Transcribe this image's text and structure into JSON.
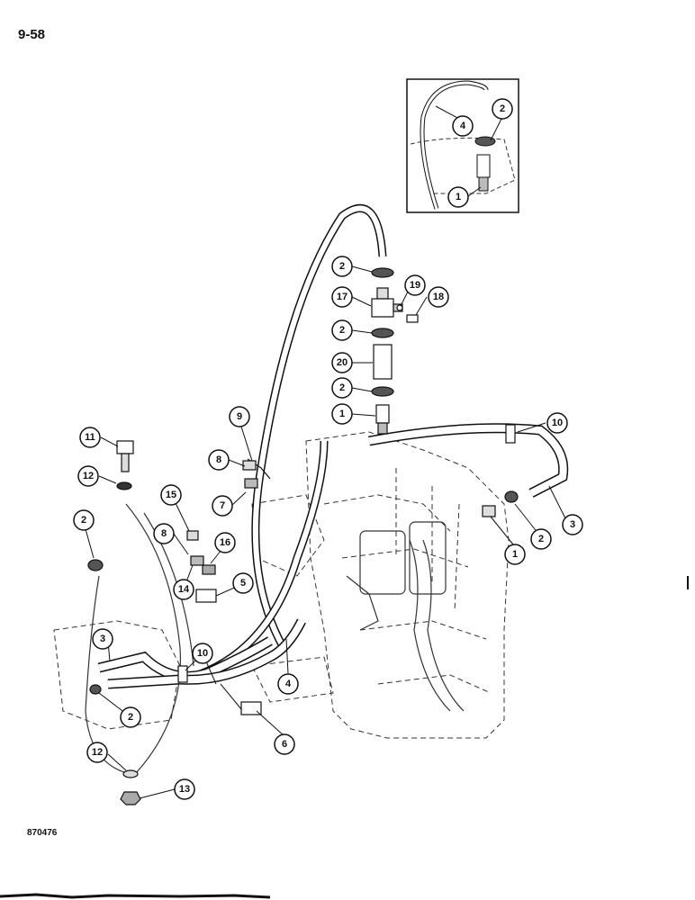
{
  "page": {
    "number": "9-58",
    "figure_id": "870476"
  },
  "callouts": {
    "inset_4": "4",
    "inset_2": "2",
    "inset_1": "1",
    "c2_a": "2",
    "c17": "17",
    "c19": "19",
    "c18": "18",
    "c2_b": "2",
    "c20": "20",
    "c2_c": "2",
    "c1_a": "1",
    "c10_a": "10",
    "c9": "9",
    "c11": "11",
    "c8_a": "8",
    "c12_a": "12",
    "c7": "7",
    "c15": "15",
    "c8_b": "8",
    "c16": "16",
    "c14": "14",
    "c2_d": "2",
    "c5": "5",
    "c3_a": "3",
    "c10_b": "10",
    "c4": "4",
    "c2_e": "2",
    "c6": "6",
    "c12_b": "12",
    "c13": "13",
    "c1_b": "1",
    "c2_f": "2",
    "c3_b": "3"
  }
}
